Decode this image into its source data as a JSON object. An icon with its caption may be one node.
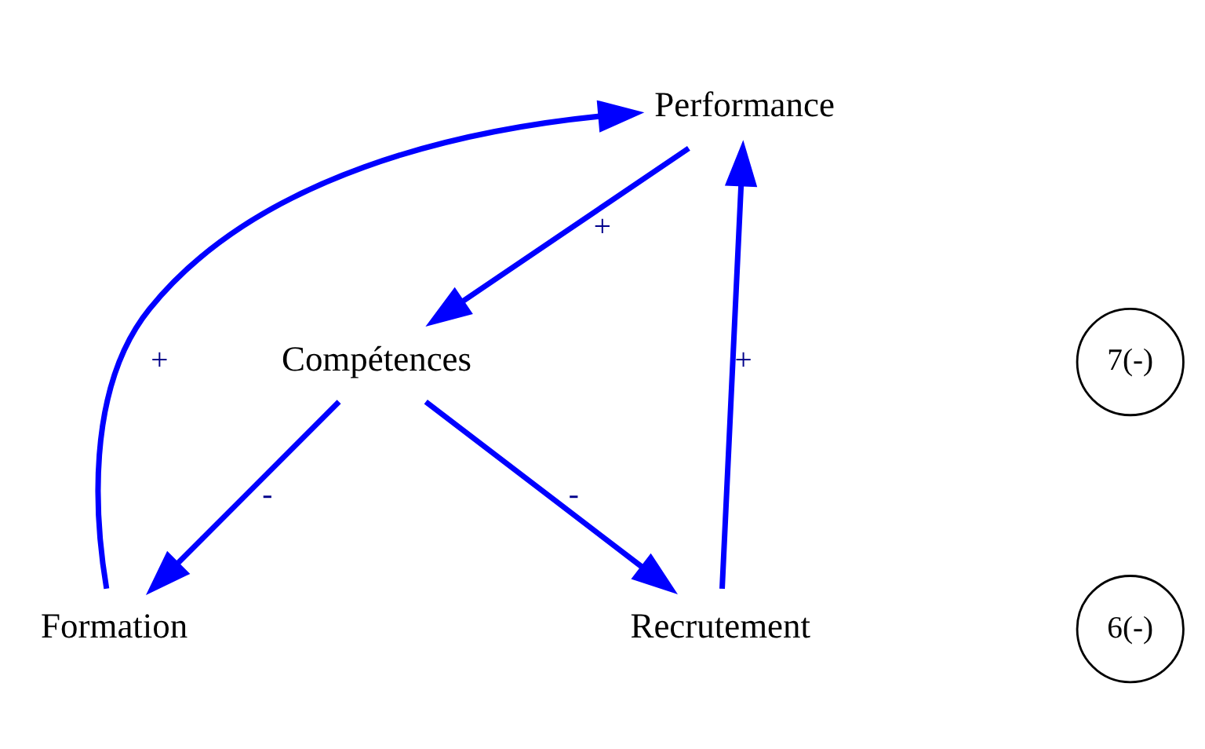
{
  "diagram": {
    "nodes": [
      {
        "text": [
          "Performance"
        ]
      },
      {
        "text": [
          "Compétences"
        ]
      },
      {
        "text": [
          "Formation"
        ]
      },
      {
        "text": [
          "Recrutement"
        ]
      }
    ],
    "edges": [
      {
        "from": 0,
        "to": 1,
        "arrow": "to",
        "label": "+"
      },
      {
        "from": 1,
        "to": 2,
        "arrow": "to",
        "label": "-"
      },
      {
        "from": 1,
        "to": 3,
        "arrow": "to",
        "label": "-"
      },
      {
        "from": 3,
        "to": 0,
        "arrow": "to",
        "label": "+"
      },
      {
        "from": 2,
        "to": 0,
        "arrow": "to",
        "label": "+"
      }
    ],
    "labels": [
      "7(-)",
      "6(-)"
    ]
  }
}
